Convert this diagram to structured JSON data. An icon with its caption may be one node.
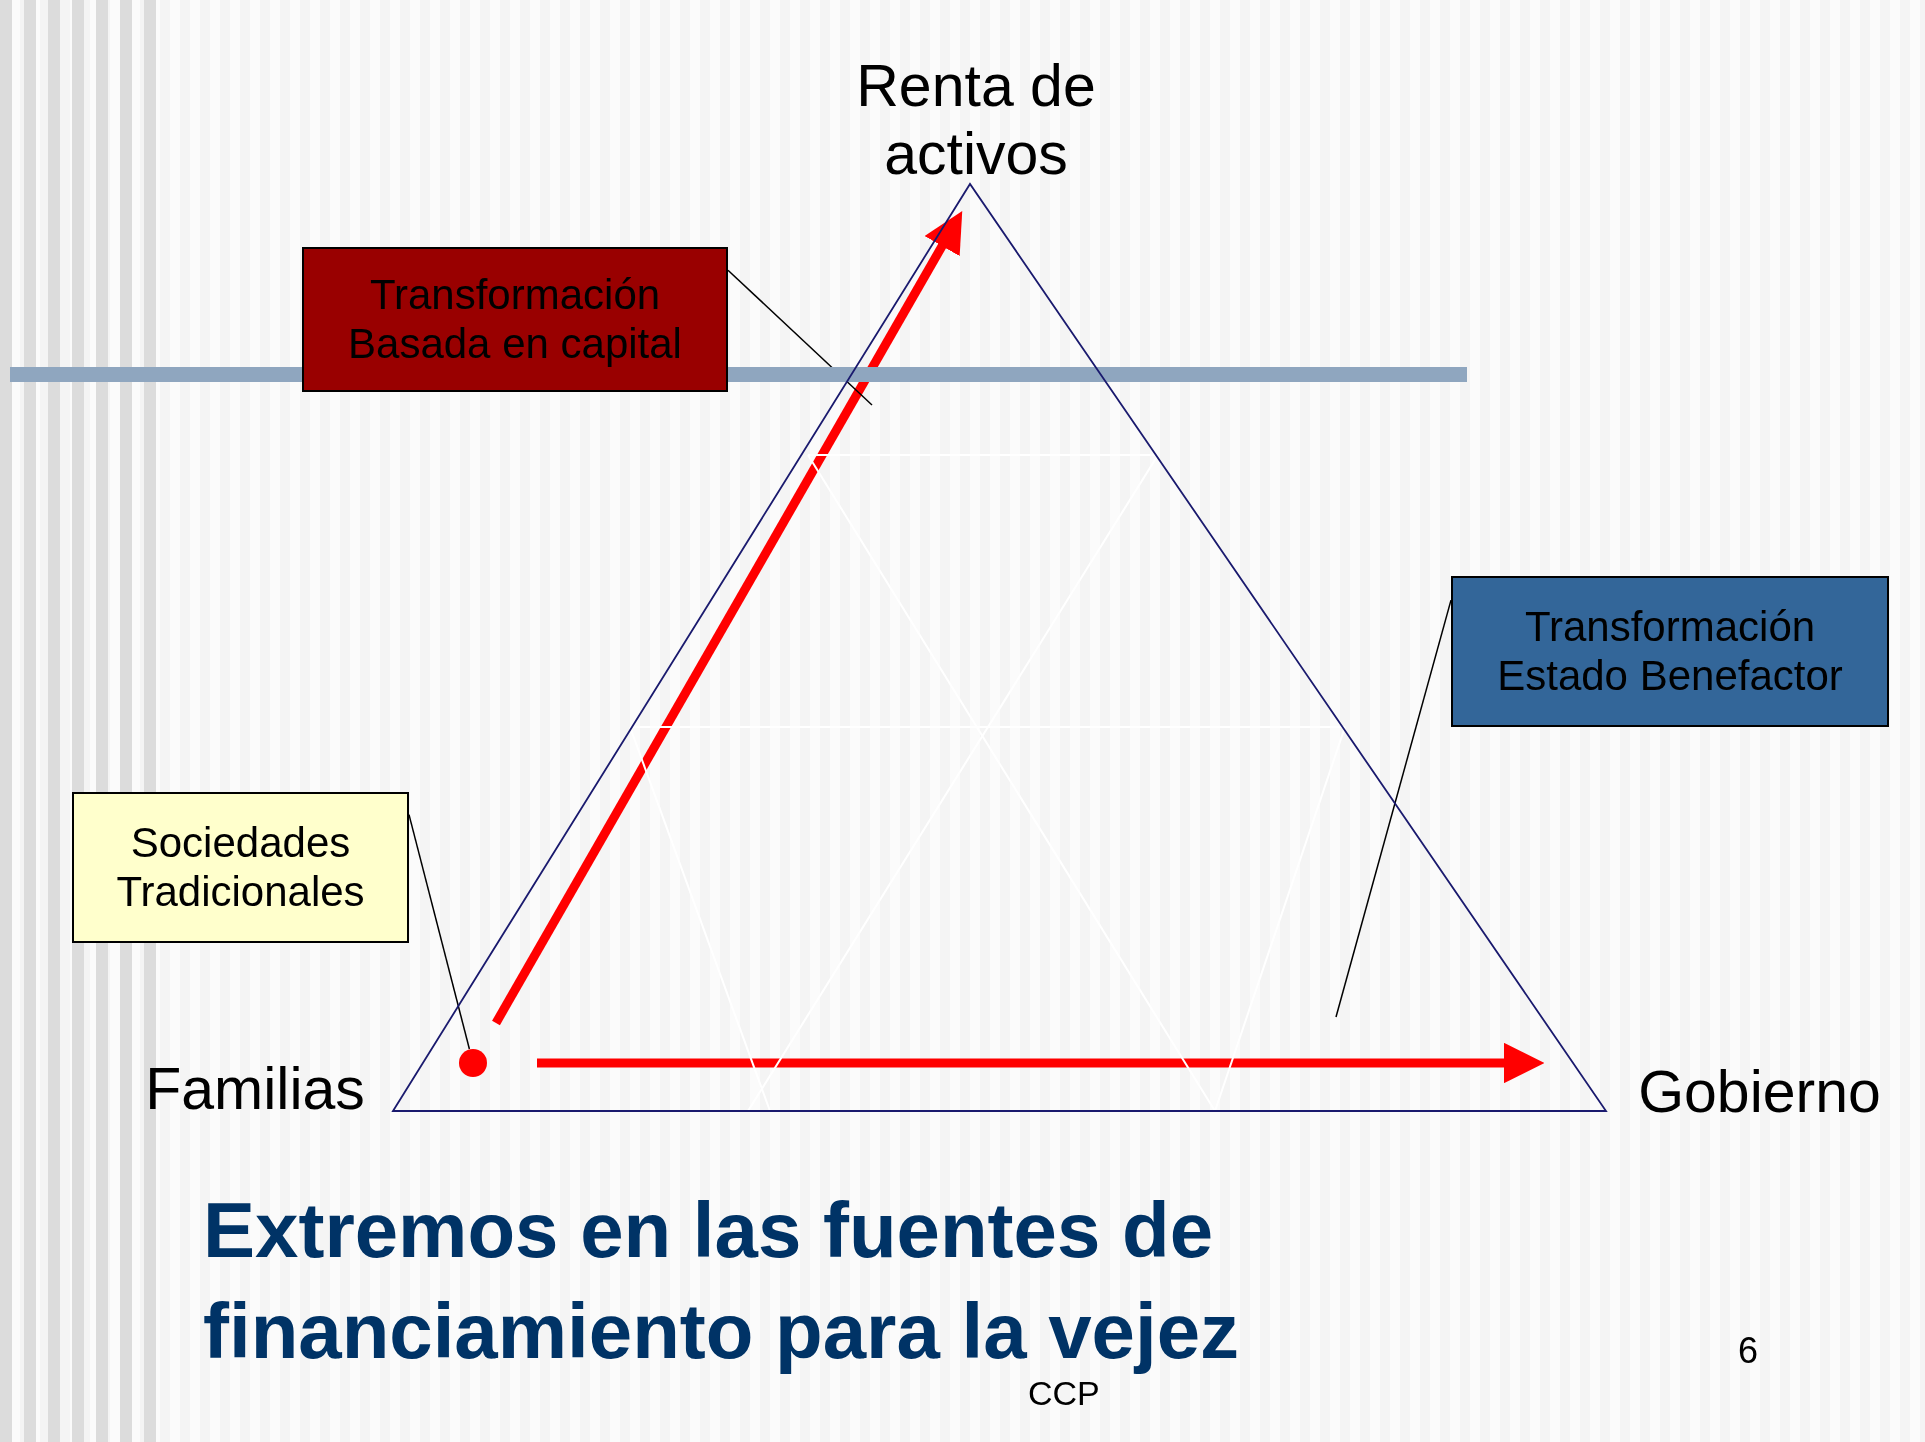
{
  "diagram": {
    "title": "Extremos en las fuentes de financiamiento para la vejez",
    "nodes": [
      {
        "text": [
          "Renta de activos"
        ]
      },
      {
        "text": [
          "Transformación Basada en capital"
        ]
      },
      {
        "text": [
          "Transformación Estado Benefactor"
        ]
      },
      {
        "text": [
          "Sociedades Tradicionales"
        ]
      },
      {
        "text": [
          "Familias"
        ]
      },
      {
        "text": [
          "Gobierno"
        ]
      },
      {
        "text": [],
        "shape": "circle"
      }
    ],
    "edges": [
      {
        "from": 6,
        "to": 0,
        "arrow": "to",
        "style": "thick",
        "color": "#ff0000"
      },
      {
        "from": 6,
        "to": 5,
        "arrow": "to",
        "style": "thick",
        "color": "#ff0000"
      },
      {
        "from": 1,
        "to": null,
        "arrow": "none"
      },
      {
        "from": 2,
        "to": null,
        "arrow": "none"
      },
      {
        "from": 3,
        "to": 6,
        "arrow": "none"
      }
    ],
    "labels": [
      "6",
      "CCP"
    ]
  }
}
